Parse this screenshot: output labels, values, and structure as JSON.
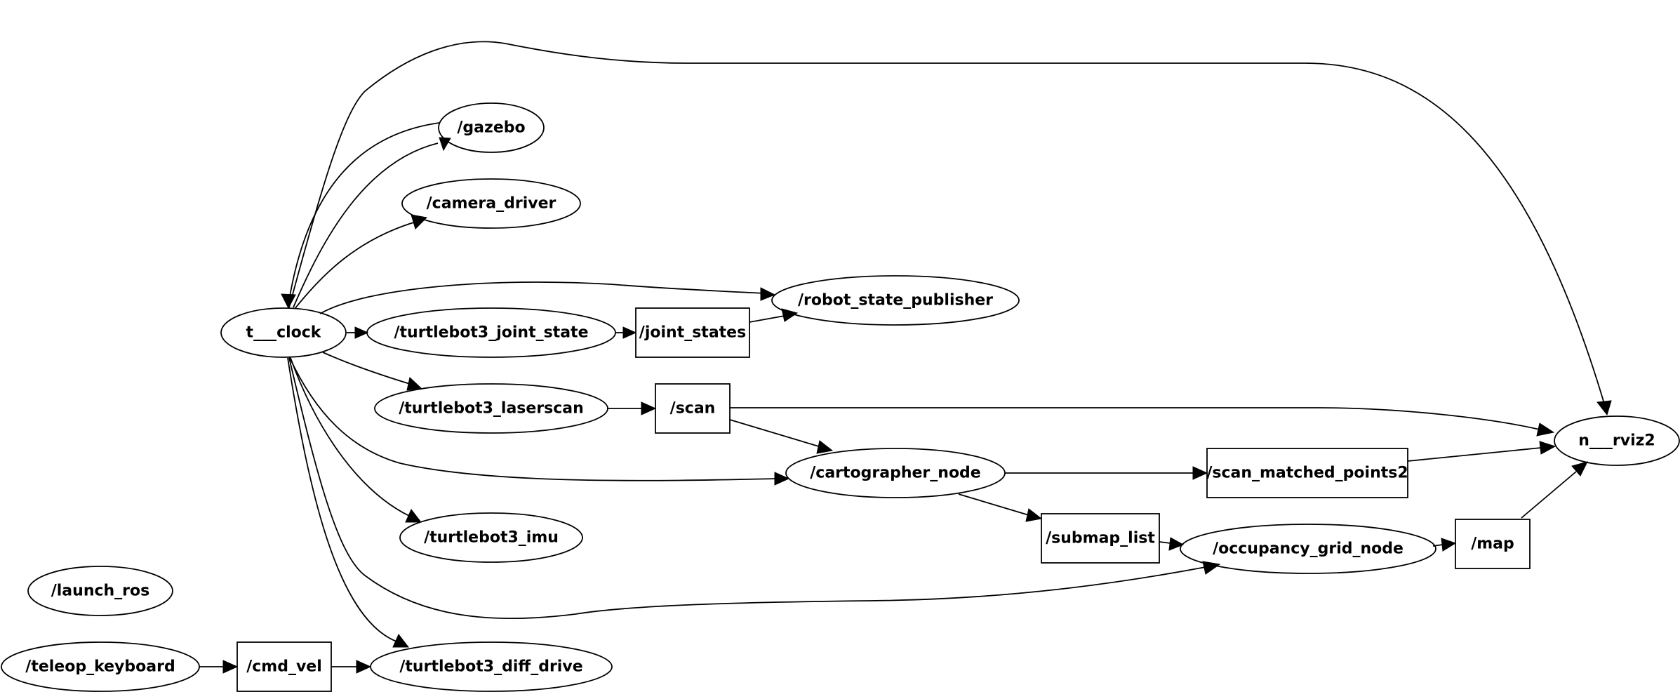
{
  "graph": {
    "nodes": {
      "clock": {
        "label": "t___clock",
        "shape": "ellipse"
      },
      "gazebo": {
        "label": "/gazebo",
        "shape": "ellipse"
      },
      "camera_driver": {
        "label": "/camera_driver",
        "shape": "ellipse"
      },
      "robot_state_publisher": {
        "label": "/robot_state_publisher",
        "shape": "ellipse"
      },
      "joint_state": {
        "label": "/turtlebot3_joint_state",
        "shape": "ellipse"
      },
      "joint_states": {
        "label": "/joint_states",
        "shape": "box"
      },
      "laserscan": {
        "label": "/turtlebot3_laserscan",
        "shape": "ellipse"
      },
      "scan": {
        "label": "/scan",
        "shape": "box"
      },
      "cartographer": {
        "label": "/cartographer_node",
        "shape": "ellipse"
      },
      "scan_matched": {
        "label": "/scan_matched_points2",
        "shape": "box"
      },
      "rviz2": {
        "label": "n___rviz2",
        "shape": "ellipse"
      },
      "imu": {
        "label": "/turtlebot3_imu",
        "shape": "ellipse"
      },
      "submap_list": {
        "label": "/submap_list",
        "shape": "box"
      },
      "occupancy": {
        "label": "/occupancy_grid_node",
        "shape": "ellipse"
      },
      "map": {
        "label": "/map",
        "shape": "box"
      },
      "launch_ros": {
        "label": "/launch_ros",
        "shape": "ellipse"
      },
      "teleop": {
        "label": "/teleop_keyboard",
        "shape": "ellipse"
      },
      "cmd_vel": {
        "label": "/cmd_vel",
        "shape": "box"
      },
      "diff_drive": {
        "label": "/turtlebot3_diff_drive",
        "shape": "ellipse"
      }
    },
    "edges": [
      {
        "from": "gazebo",
        "to": "clock"
      },
      {
        "from": "clock",
        "to": "gazebo"
      },
      {
        "from": "clock",
        "to": "camera_driver"
      },
      {
        "from": "clock",
        "to": "robot_state_publisher"
      },
      {
        "from": "clock",
        "to": "joint_state"
      },
      {
        "from": "clock",
        "to": "laserscan"
      },
      {
        "from": "clock",
        "to": "cartographer"
      },
      {
        "from": "clock",
        "to": "imu"
      },
      {
        "from": "clock",
        "to": "occupancy"
      },
      {
        "from": "clock",
        "to": "diff_drive"
      },
      {
        "from": "clock",
        "to": "rviz2"
      },
      {
        "from": "joint_state",
        "to": "joint_states"
      },
      {
        "from": "joint_states",
        "to": "robot_state_publisher"
      },
      {
        "from": "laserscan",
        "to": "scan"
      },
      {
        "from": "scan",
        "to": "cartographer"
      },
      {
        "from": "scan",
        "to": "rviz2"
      },
      {
        "from": "cartographer",
        "to": "scan_matched"
      },
      {
        "from": "cartographer",
        "to": "submap_list"
      },
      {
        "from": "scan_matched",
        "to": "rviz2"
      },
      {
        "from": "submap_list",
        "to": "occupancy"
      },
      {
        "from": "occupancy",
        "to": "map"
      },
      {
        "from": "map",
        "to": "rviz2"
      },
      {
        "from": "teleop",
        "to": "cmd_vel"
      },
      {
        "from": "cmd_vel",
        "to": "diff_drive"
      }
    ]
  }
}
